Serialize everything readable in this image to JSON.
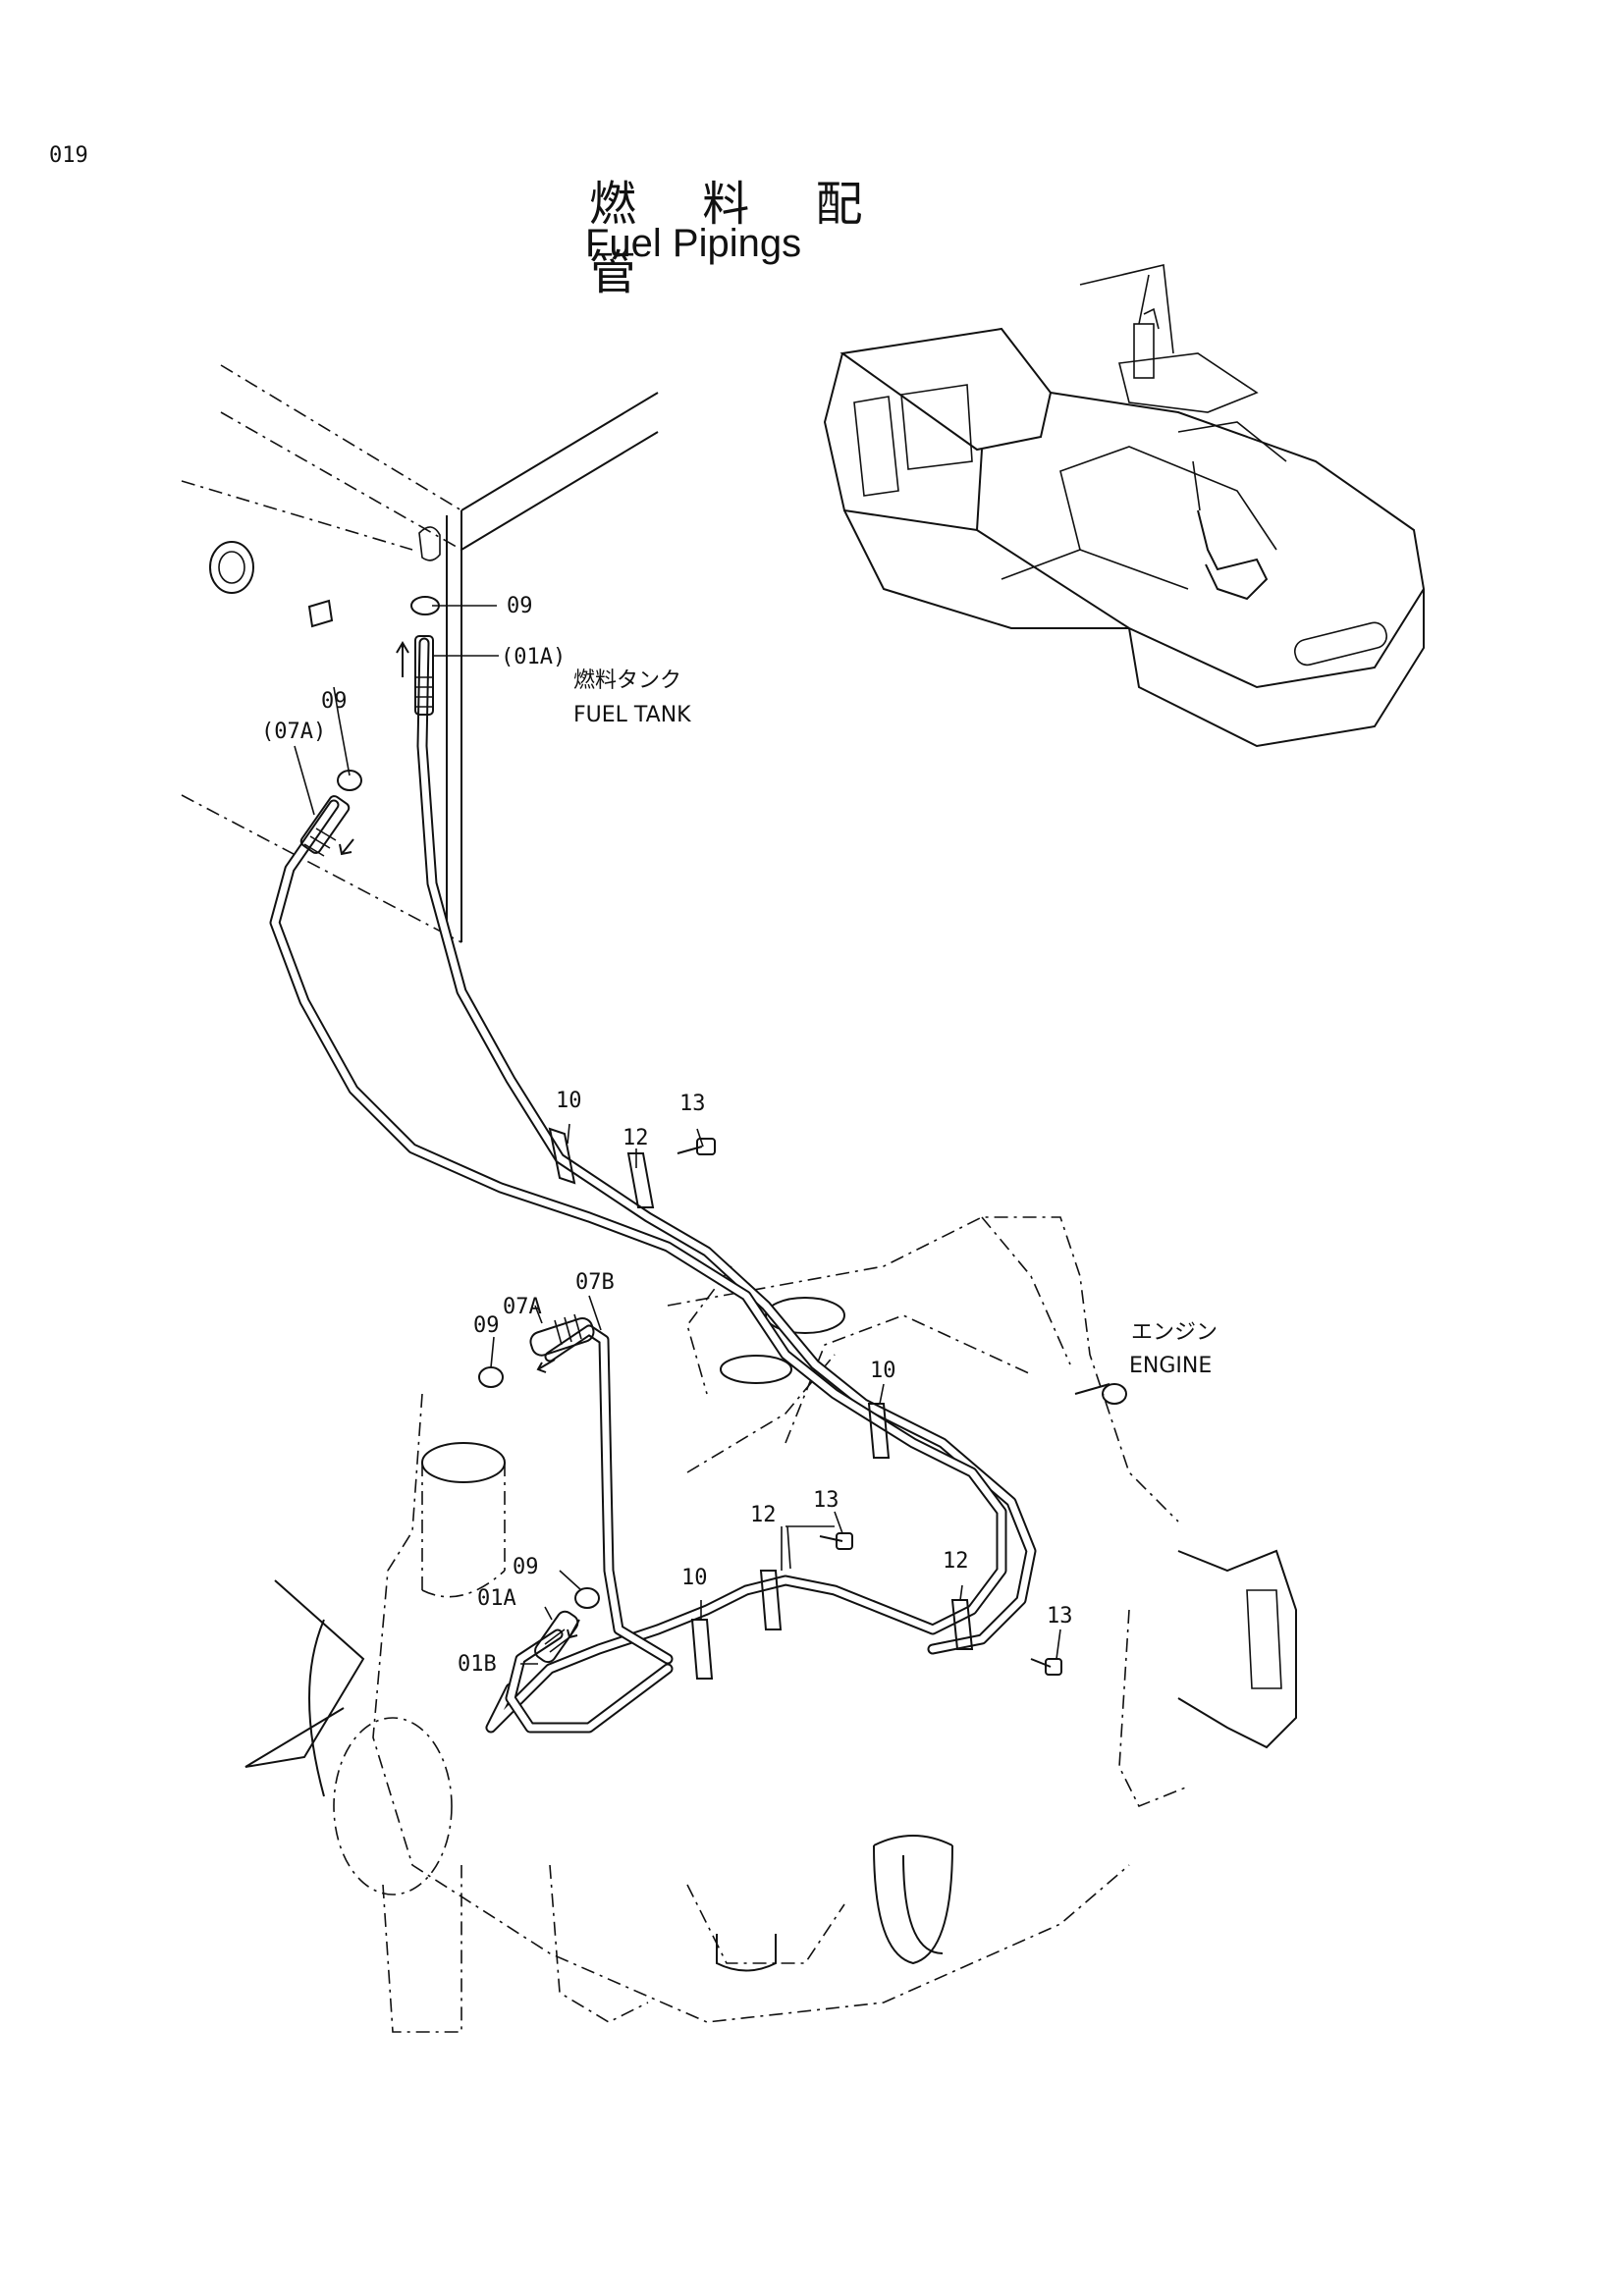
{
  "page_number": "019",
  "title_jp": "燃 料 配 管",
  "title_en": "Fuel Pipings",
  "annotations": {
    "fuel_tank_jp": "燃料タンク",
    "fuel_tank_en": "FUEL TANK",
    "engine_jp": "エンジン",
    "engine_en": "ENGINE"
  },
  "callouts": {
    "c09_top": "09",
    "c01a_top": "(01A)",
    "c09_left": "09",
    "c07a_left": "(07A)",
    "c10_upper": "10",
    "c13_upper": "13",
    "c12_upper": "12",
    "c07b": "07B",
    "c07a": "07A",
    "c09_mid": "09",
    "c10_right": "10",
    "c13_mid": "13",
    "c12_mid": "12",
    "c09_low": "09",
    "c01a_low": "01A",
    "c10_low": "10",
    "c12_right": "12",
    "c13_right": "13",
    "c01b": "01B"
  }
}
